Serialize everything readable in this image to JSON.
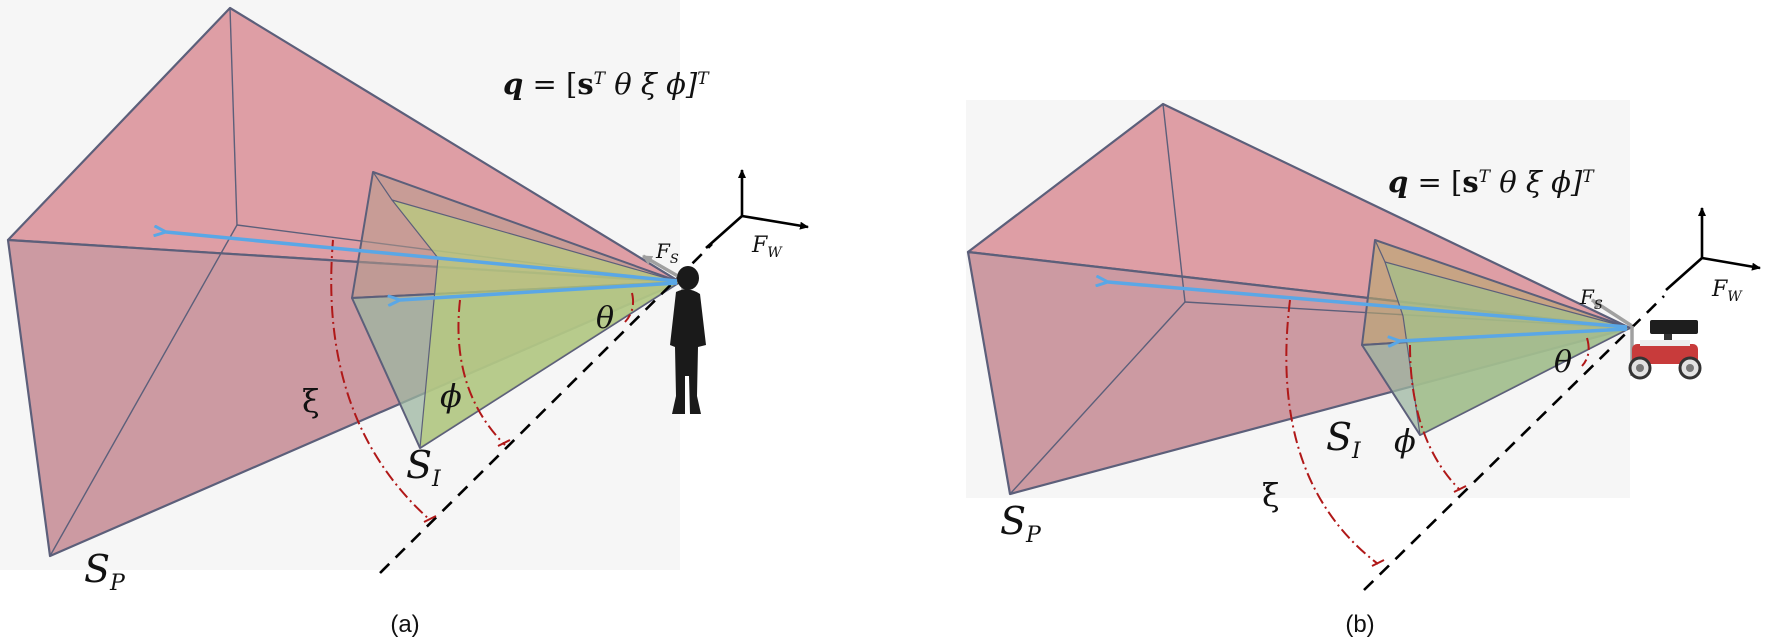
{
  "panels": [
    {
      "id": "a",
      "caption": "(a)",
      "equation": {
        "bold_q": "q",
        "eq": " = [",
        "bold_s": "s",
        "sup_T": "T",
        "vars": "  θ  ξ  ϕ]",
        "sup_T2": "T"
      },
      "labels": {
        "sp": "S",
        "sp_sub": "P",
        "si": "S",
        "si_sub": "I",
        "xi": "ξ",
        "phi": "ϕ",
        "theta": "θ",
        "fs": "F",
        "fs_sub": "S",
        "fw": "F",
        "fw_sub": "W"
      },
      "agent": "human-silhouette-icon"
    },
    {
      "id": "b",
      "caption": "(b)",
      "equation": {
        "bold_q": "q",
        "eq": " = [",
        "bold_s": "s",
        "sup_T": "T",
        "vars": "  θ  ξ  ϕ]",
        "sup_T2": "T"
      },
      "labels": {
        "sp": "S",
        "sp_sub": "P",
        "si": "S",
        "si_sub": "I",
        "xi": "ξ",
        "phi": "ϕ",
        "theta": "θ",
        "fs": "F",
        "fs_sub": "S",
        "fw": "F",
        "fw_sub": "W"
      },
      "agent": "mobile-robot-icon"
    }
  ],
  "colors": {
    "outer_pyramid": "#d98e96",
    "inner_pyramid": "#a9c98a",
    "edge": "#5c5f7a",
    "ray": "#5aa7e6",
    "angle_arc": "#b01818",
    "axis": "#000000",
    "sensor_frame": "#a0a0a0"
  }
}
